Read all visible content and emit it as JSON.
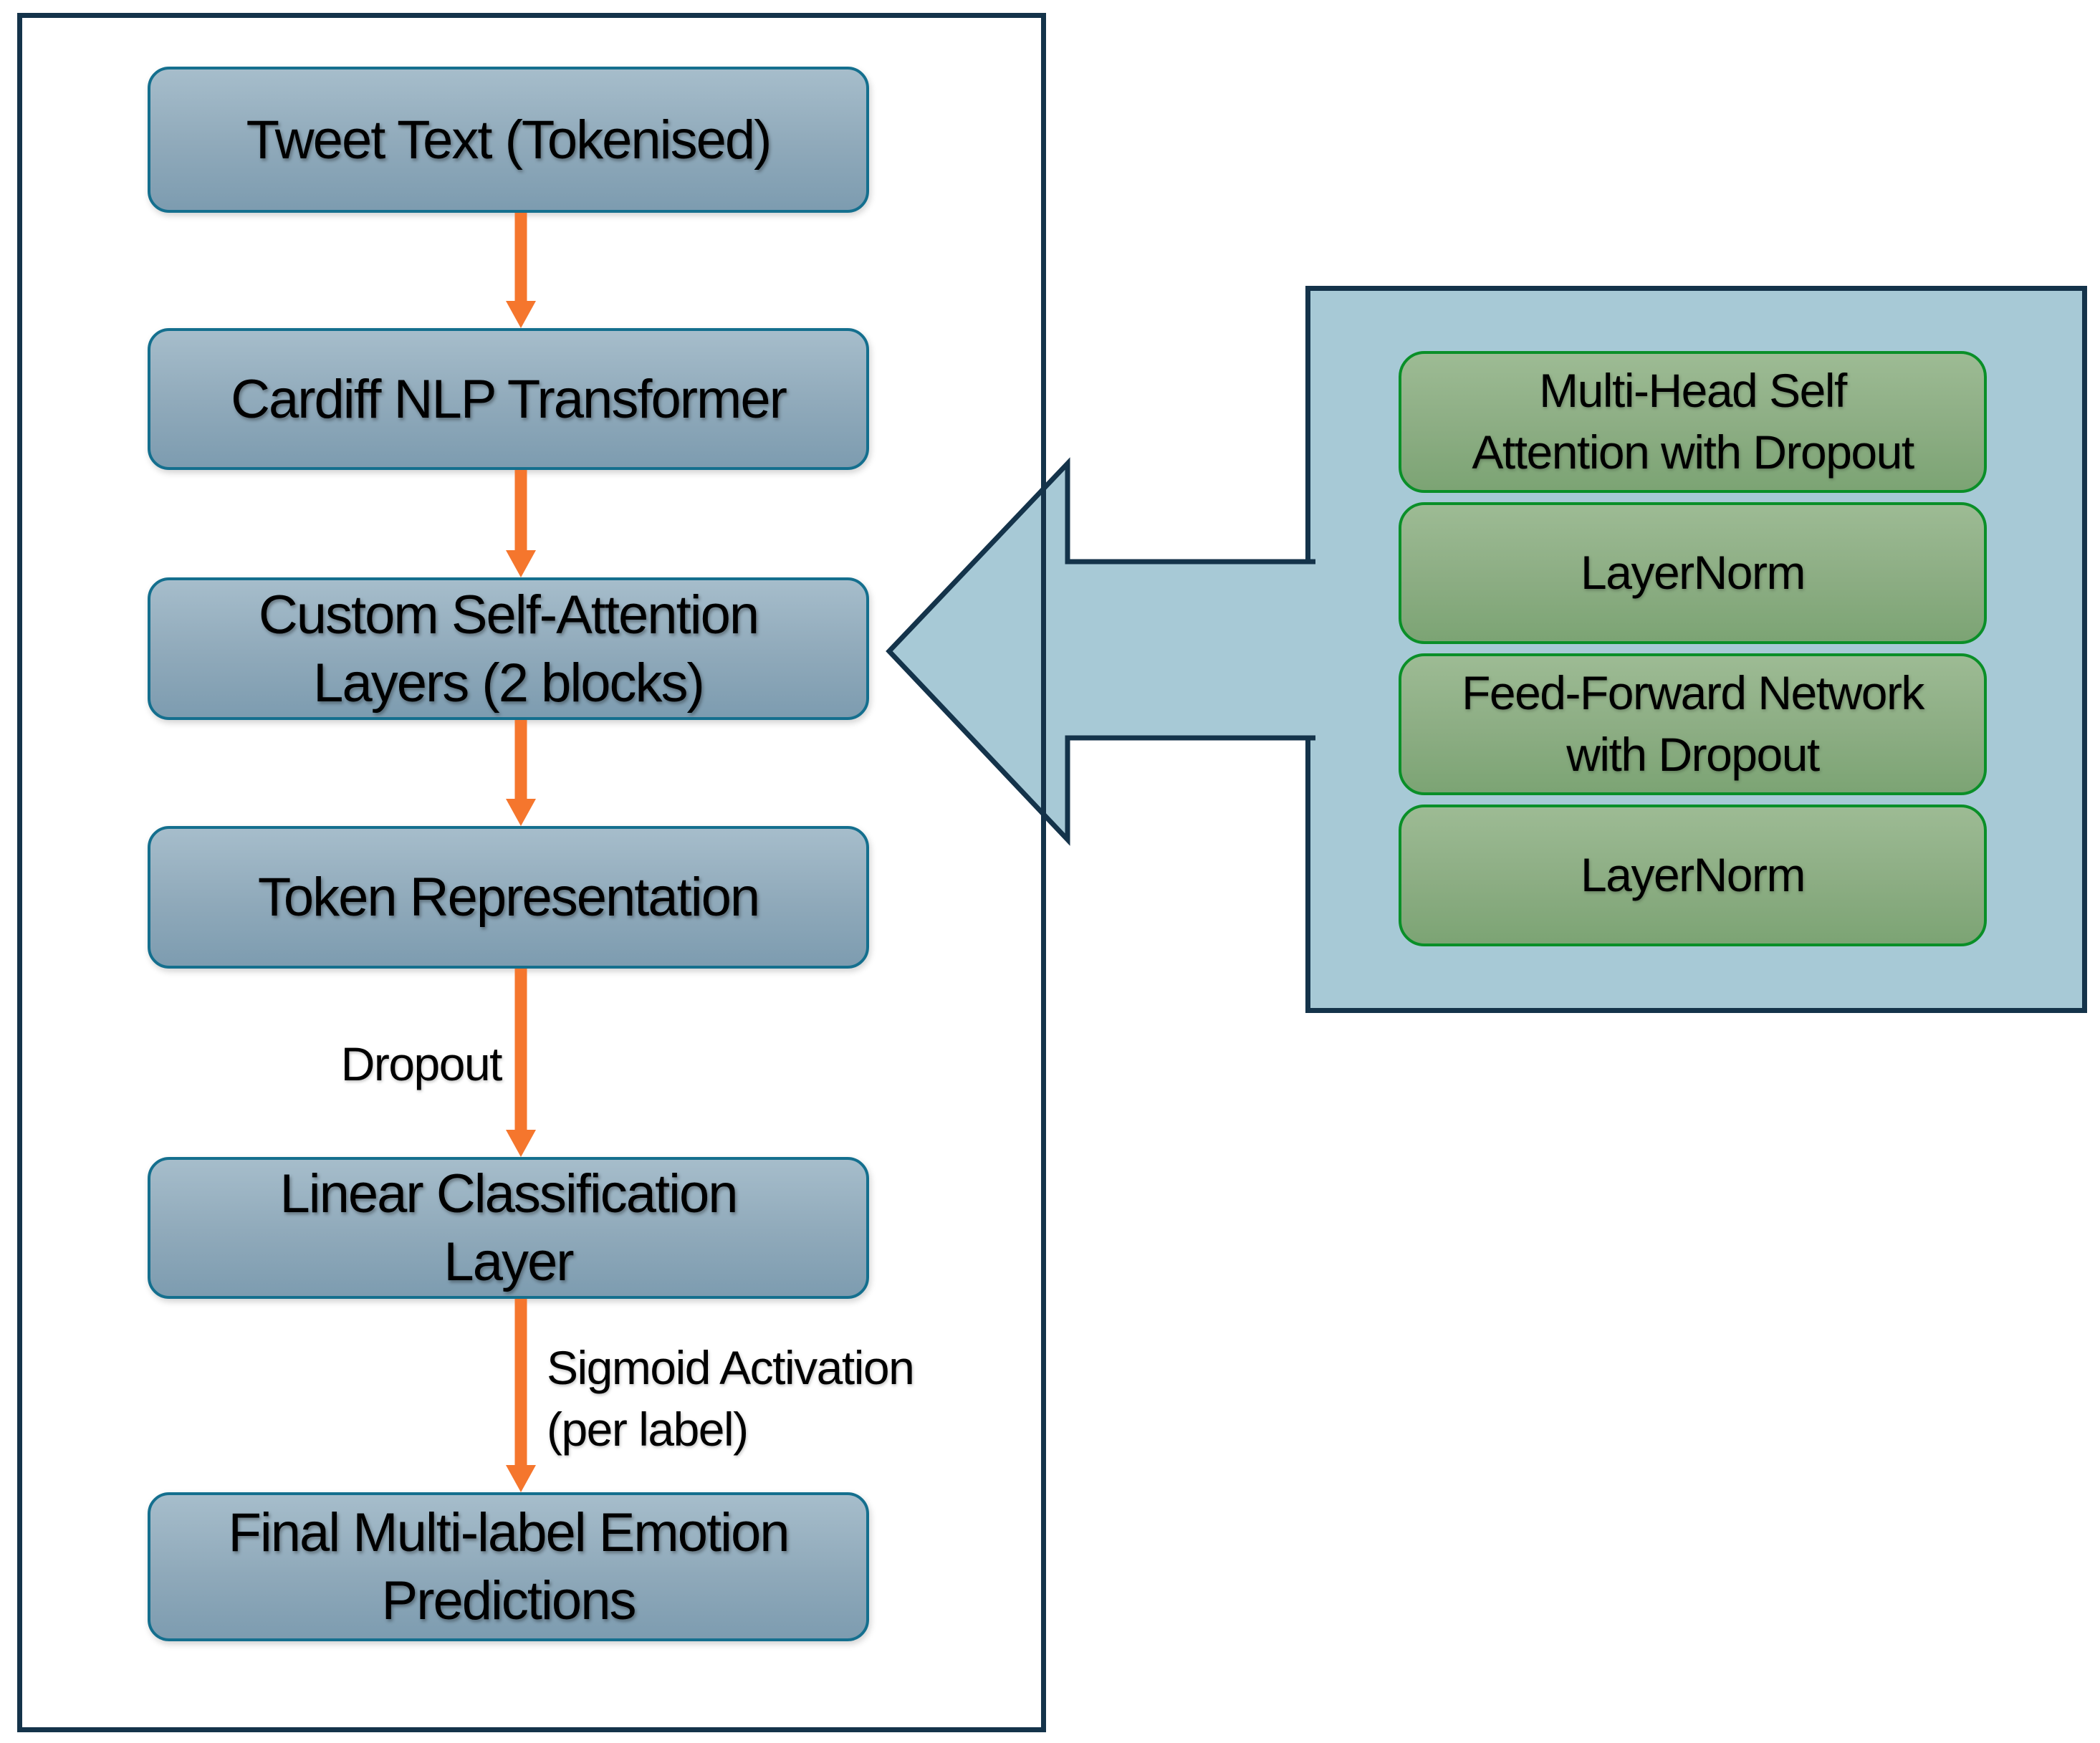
{
  "flowchart": {
    "main_pipeline": {
      "nodes": [
        {
          "label": "Tweet Text (Tokenised)"
        },
        {
          "label": "Cardiff NLP Transformer"
        },
        {
          "label": "Custom Self-Attention\nLayers (2 blocks)"
        },
        {
          "label": "Token Representation"
        },
        {
          "label": "Linear Classification\nLayer"
        },
        {
          "label": "Final Multi-label Emotion\nPredictions"
        }
      ],
      "edge_labels": {
        "dropout": "Dropout",
        "sigmoid": "Sigmoid Activation\n(per label)"
      }
    },
    "callout": {
      "blocks": [
        {
          "label": "Multi-Head Self\nAttention with Dropout"
        },
        {
          "label": "LayerNorm"
        },
        {
          "label": "Feed-Forward Network\nwith Dropout"
        },
        {
          "label": "LayerNorm"
        }
      ]
    },
    "colors": {
      "node_fill_top": "#a6bdcb",
      "node_fill_bottom": "#7d9cb0",
      "node_border_teal": "#146f8e",
      "green_fill_top": "#9dbb94",
      "green_fill_bottom": "#7ca474",
      "green_border": "#0a8f28",
      "flow_arrow_orange": "#f5762d",
      "outline_navy": "#14334a",
      "callout_panel_fill": "#a7c9d6",
      "text": "#000000",
      "background": "#ffffff"
    }
  }
}
